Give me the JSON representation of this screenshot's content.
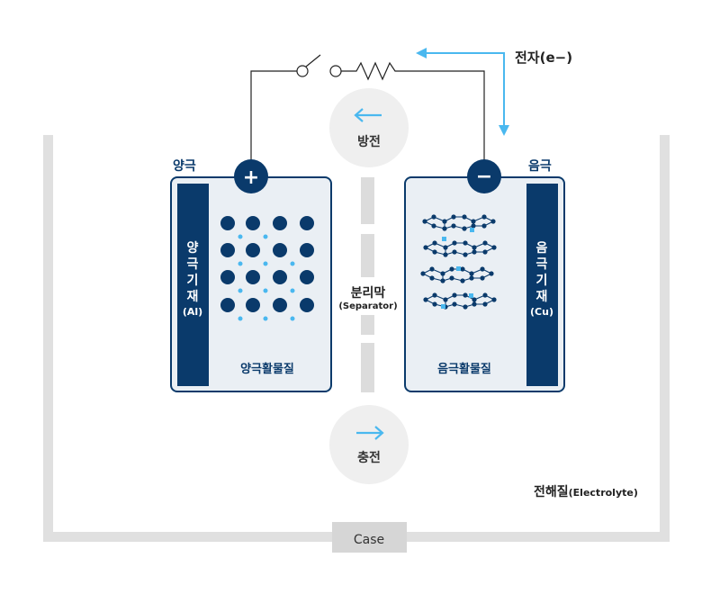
{
  "labels": {
    "electron": "전자(e−)",
    "discharge": "방전",
    "charge": "충전",
    "cathode": "양극",
    "anode": "음극",
    "separator_ko": "분리막",
    "separator_en": "(Separator)",
    "cathode_collector": [
      "양",
      "극",
      "기",
      "재"
    ],
    "cathode_collector_sub": "(Al)",
    "anode_collector": [
      "음",
      "극",
      "기",
      "재"
    ],
    "anode_collector_sub": "(Cu)",
    "cathode_active": "양극활물질",
    "anode_active": "음극활물질",
    "electrolyte_ko": "전해질",
    "electrolyte_en": "(Electrolyte)",
    "case": "Case",
    "plus_sign": "+",
    "minus_sign": "−"
  },
  "colors": {
    "navy": "#0a3a6b",
    "light_blue": "#4ab8ef",
    "panel_fill": "#eaeff4",
    "gray_wall": "#e0e0e0",
    "separator_gray": "#dcdcdc",
    "circle_gray": "#efefef",
    "text": "#222222"
  }
}
